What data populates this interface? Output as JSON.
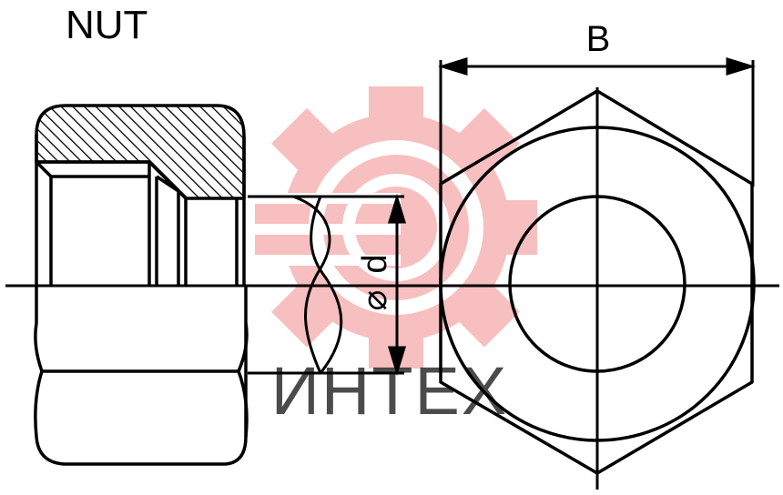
{
  "title": "NUT",
  "labels": {
    "width_dimension": "B",
    "diameter_symbol": "⌀",
    "diameter_letter": "d"
  },
  "watermark": {
    "text": "ИНТЕХ",
    "icon": "gear-logo-icon",
    "gear_color": "#f28b8b",
    "text_color": "#bdbdbd"
  },
  "colors": {
    "ink": "#000000",
    "paper": "#ffffff"
  }
}
